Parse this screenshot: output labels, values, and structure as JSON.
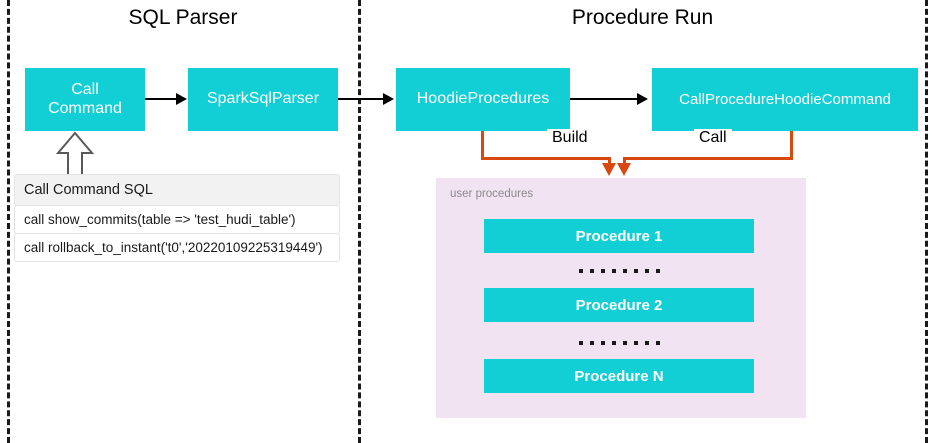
{
  "diagram": {
    "panels": [
      {
        "title": "SQL Parser"
      },
      {
        "title": "Procedure Run"
      }
    ],
    "colors": {
      "box_fill": "#11cfd4",
      "box_text": "#ffffff",
      "connector_orange": "#d9480f",
      "connector_black": "#000000",
      "procedures_panel": "#f2e3f2",
      "panel_label": "#8a8a8a",
      "divider": "#1a1a1a"
    },
    "nodes": {
      "call_command": "Call\nCommand",
      "call_command_line1": "Call",
      "call_command_line2": "Command",
      "spark_sql_parser": "SparkSqlParser",
      "hoodie_procedures": "HoodieProcedures",
      "call_procedure_hoodie_command": "CallProcedureHoodieCommand"
    },
    "edge_labels": {
      "build": "Build",
      "call": "Call"
    },
    "sql_table": {
      "header": "Call Command SQL",
      "rows": [
        "call show_commits(table => 'test_hudi_table')",
        "call rollback_to_instant('t0','20220109225319449')"
      ]
    },
    "procedures_panel": {
      "label": "user procedures",
      "items": [
        {
          "type": "box",
          "label": "Procedure 1"
        },
        {
          "type": "dots",
          "count": 8
        },
        {
          "type": "box",
          "label": "Procedure 2"
        },
        {
          "type": "dots",
          "count": 8
        },
        {
          "type": "box",
          "label": "Procedure N"
        }
      ]
    }
  }
}
